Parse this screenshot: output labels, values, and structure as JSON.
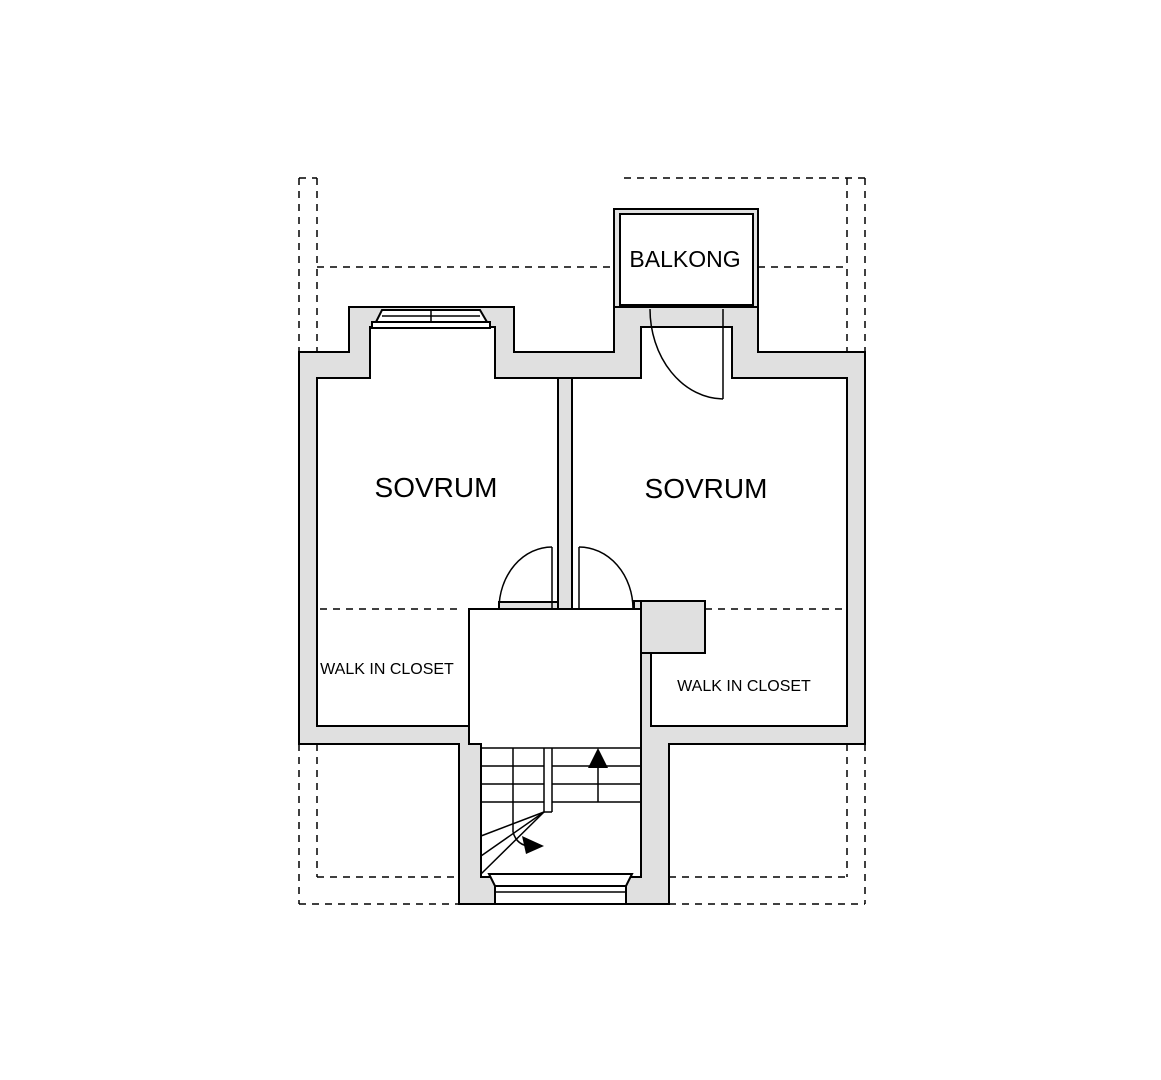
{
  "rooms": {
    "balcony": "BALKONG",
    "bedroom_left": "SOVRUM",
    "bedroom_right": "SOVRUM",
    "closet_left": "WALK IN CLOSET",
    "closet_right": "WALK IN CLOSET"
  },
  "colors": {
    "wall": "#e0e0e0",
    "line": "#000000",
    "background": "#ffffff"
  }
}
